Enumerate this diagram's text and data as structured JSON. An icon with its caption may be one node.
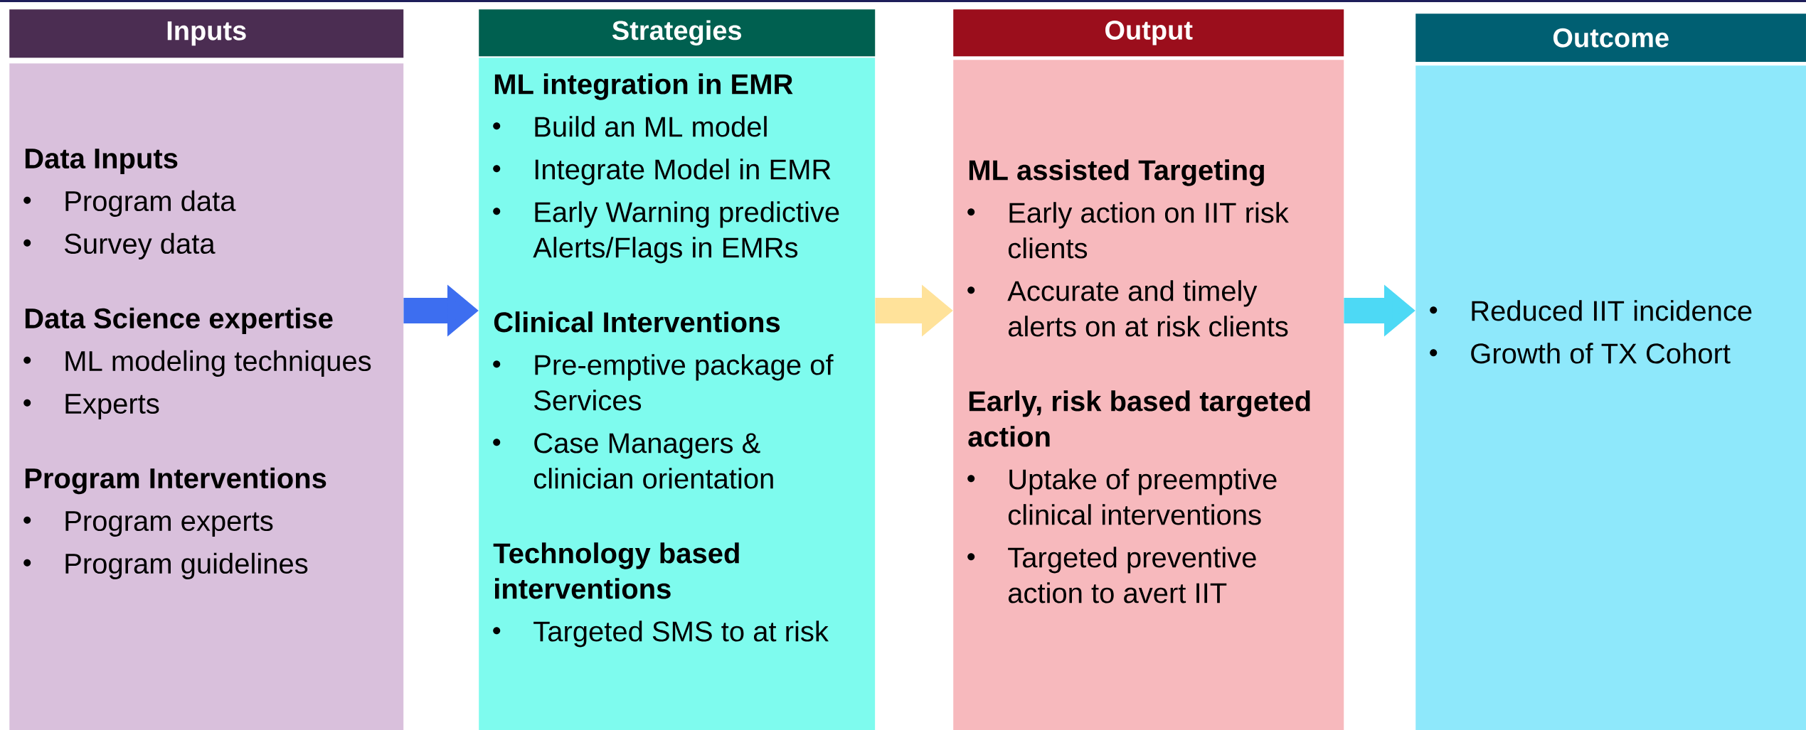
{
  "diagram": {
    "nodes": [
      {
        "text": [
          "Inputs"
        ]
      },
      {
        "text": [
          "Data Inputs",
          "Program data",
          "Survey data",
          "Data Science expertise",
          "ML modeling techniques",
          "Experts",
          "Program Interventions",
          "Program experts",
          "Program guidelines"
        ]
      },
      {
        "text": [
          "Strategies"
        ]
      },
      {
        "text": [
          "ML integration in EMR",
          "Build an ML model",
          "Integrate Model in EMR",
          "Early Warning predictive Alerts/Flags in EMRs",
          "Clinical Interventions",
          "Pre-emptive package of Services",
          "Case Managers & clinician orientation",
          "Technology based interventions",
          "Targeted SMS to at risk"
        ]
      },
      {
        "text": [
          "Output"
        ]
      },
      {
        "text": [
          "ML assisted Targeting",
          "Early action on IIT risk clients",
          "Accurate and timely alerts on at risk clients",
          "Early, risk based targeted action",
          "Uptake of preemptive clinical interventions",
          "Targeted preventive action to avert IIT"
        ]
      },
      {
        "text": [
          "Outcome"
        ]
      },
      {
        "text": [
          "Reduced IIT incidence",
          "Growth of TX Cohort"
        ]
      }
    ],
    "edges": [
      {
        "from": 1,
        "to": 3,
        "arrow": "to",
        "color": "#3d6ef0"
      },
      {
        "from": 3,
        "to": 5,
        "arrow": "to",
        "color": "#ffe29a"
      },
      {
        "from": 5,
        "to": 7,
        "arrow": "to",
        "color": "#4dd9f5"
      }
    ]
  }
}
